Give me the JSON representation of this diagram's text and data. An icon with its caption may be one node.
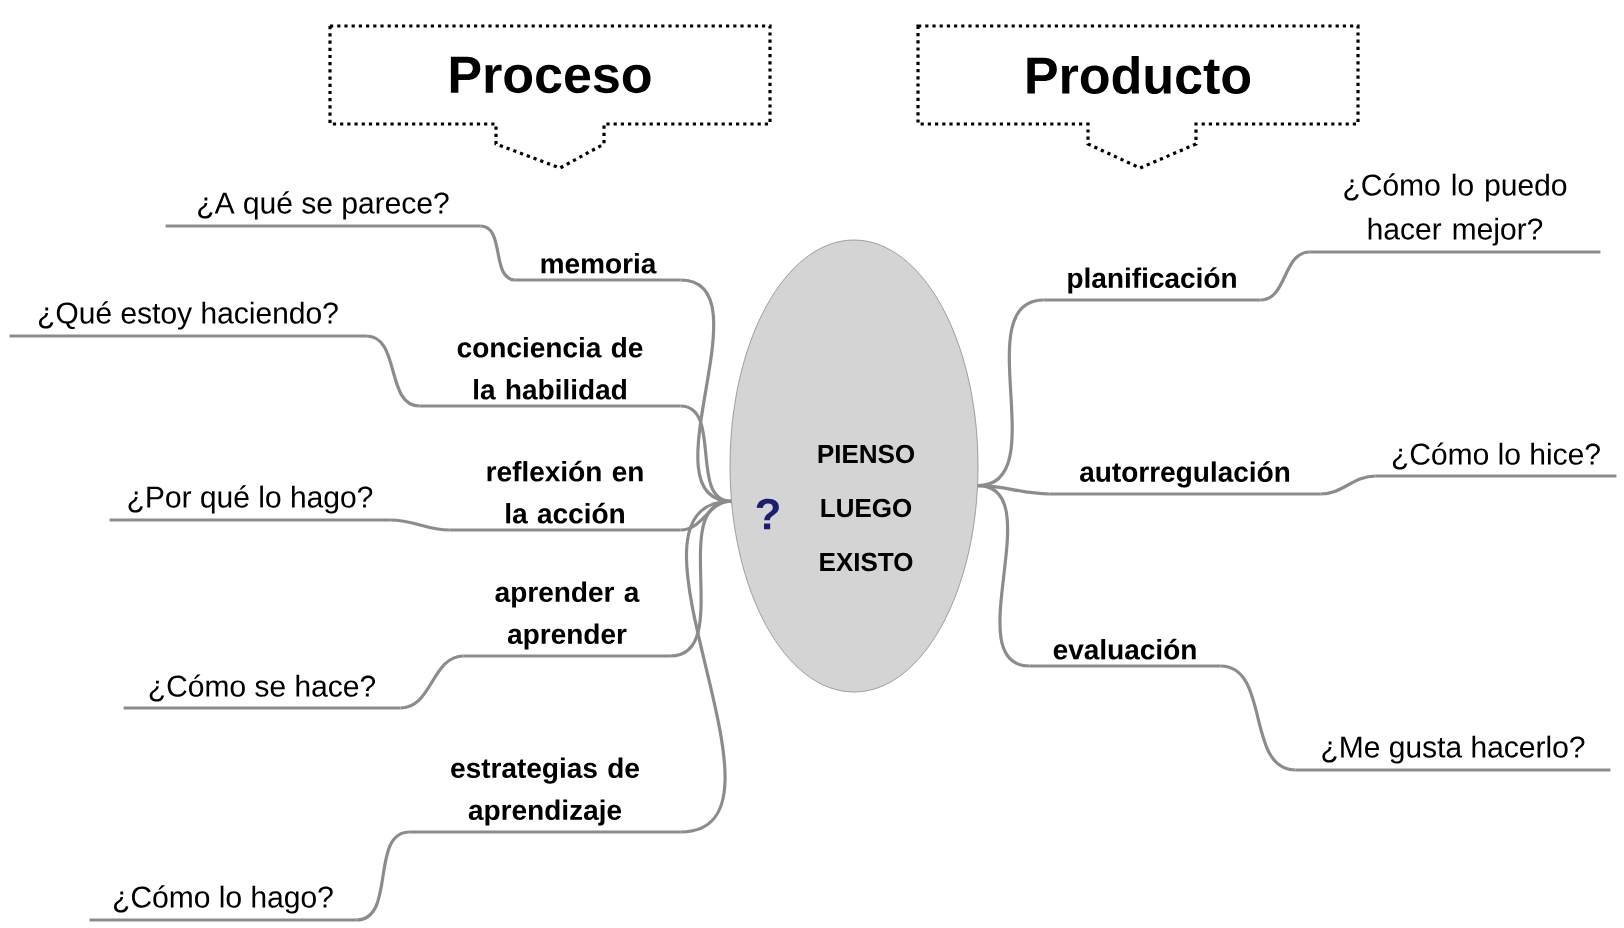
{
  "diagram": {
    "nodes": [
      {
        "text": [
          "Proceso"
        ]
      },
      {
        "text": [
          "Producto"
        ]
      },
      {
        "text": [
          "?",
          "PIENSO LUEGO EXISTO"
        ]
      },
      {
        "text": [
          "memoria"
        ]
      },
      {
        "text": [
          "¿A qué se parece?"
        ]
      },
      {
        "text": [
          "conciencia de la habilidad"
        ]
      },
      {
        "text": [
          "¿Qué estoy haciendo?"
        ]
      },
      {
        "text": [
          "reflexión en la acción"
        ]
      },
      {
        "text": [
          "¿Por qué lo hago?"
        ]
      },
      {
        "text": [
          "aprender a aprender"
        ]
      },
      {
        "text": [
          "¿Cómo se hace?"
        ]
      },
      {
        "text": [
          "estrategias de aprendizaje"
        ]
      },
      {
        "text": [
          "¿Cómo lo hago?"
        ]
      },
      {
        "text": [
          "planificación"
        ]
      },
      {
        "text": [
          "¿Cómo lo puedo hacer mejor?"
        ]
      },
      {
        "text": [
          "autorregulación"
        ]
      },
      {
        "text": [
          "¿Cómo lo hice?"
        ]
      },
      {
        "text": [
          "evaluación"
        ]
      },
      {
        "text": [
          "¿Me gusta hacerlo?"
        ]
      }
    ],
    "edges": [
      {
        "from": 2,
        "to": 3,
        "arrow": "none"
      },
      {
        "from": 3,
        "to": 4,
        "arrow": "none"
      },
      {
        "from": 2,
        "to": 5,
        "arrow": "none"
      },
      {
        "from": 5,
        "to": 6,
        "arrow": "none"
      },
      {
        "from": 2,
        "to": 7,
        "arrow": "none"
      },
      {
        "from": 7,
        "to": 8,
        "arrow": "none"
      },
      {
        "from": 2,
        "to": 9,
        "arrow": "none"
      },
      {
        "from": 9,
        "to": 10,
        "arrow": "none"
      },
      {
        "from": 2,
        "to": 11,
        "arrow": "none"
      },
      {
        "from": 11,
        "to": 12,
        "arrow": "none"
      },
      {
        "from": 2,
        "to": 13,
        "arrow": "none"
      },
      {
        "from": 13,
        "to": 14,
        "arrow": "none"
      },
      {
        "from": 2,
        "to": 15,
        "arrow": "none"
      },
      {
        "from": 15,
        "to": 16,
        "arrow": "none"
      },
      {
        "from": 2,
        "to": 17,
        "arrow": "none"
      },
      {
        "from": 17,
        "to": 18,
        "arrow": "none"
      }
    ]
  }
}
